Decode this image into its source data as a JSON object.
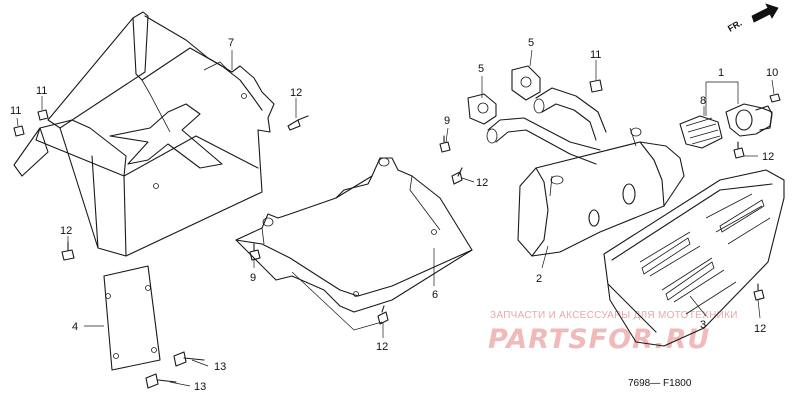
{
  "diagram": {
    "callouts": [
      {
        "id": "c7",
        "label": "7"
      },
      {
        "id": "c11a",
        "label": "11"
      },
      {
        "id": "c11b",
        "label": "11"
      },
      {
        "id": "c12a",
        "label": "12"
      },
      {
        "id": "c12b",
        "label": "12"
      },
      {
        "id": "c4",
        "label": "4"
      },
      {
        "id": "c13a",
        "label": "13"
      },
      {
        "id": "c13b",
        "label": "13"
      },
      {
        "id": "c9a",
        "label": "9"
      },
      {
        "id": "c12c",
        "label": "12"
      },
      {
        "id": "c9b",
        "label": "9"
      },
      {
        "id": "c6",
        "label": "6"
      },
      {
        "id": "c12d",
        "label": "12"
      },
      {
        "id": "c5a",
        "label": "5"
      },
      {
        "id": "c5b",
        "label": "5"
      },
      {
        "id": "c11c",
        "label": "11"
      },
      {
        "id": "c1",
        "label": "1"
      },
      {
        "id": "c8",
        "label": "8"
      },
      {
        "id": "c10",
        "label": "10"
      },
      {
        "id": "c12e",
        "label": "12"
      },
      {
        "id": "c2",
        "label": "2"
      },
      {
        "id": "c3",
        "label": "3"
      },
      {
        "id": "c12f",
        "label": "12"
      }
    ],
    "direction_label": "FR.",
    "drawing_code": "7698— F1800"
  },
  "watermark": {
    "subtitle": "ЗАПЧАСТИ И АКСЕССУАРЫ ДЛЯ МОТОТЕХНИКИ",
    "brand": "PARTSFOR.RU",
    "color": "#f1b9b9"
  }
}
